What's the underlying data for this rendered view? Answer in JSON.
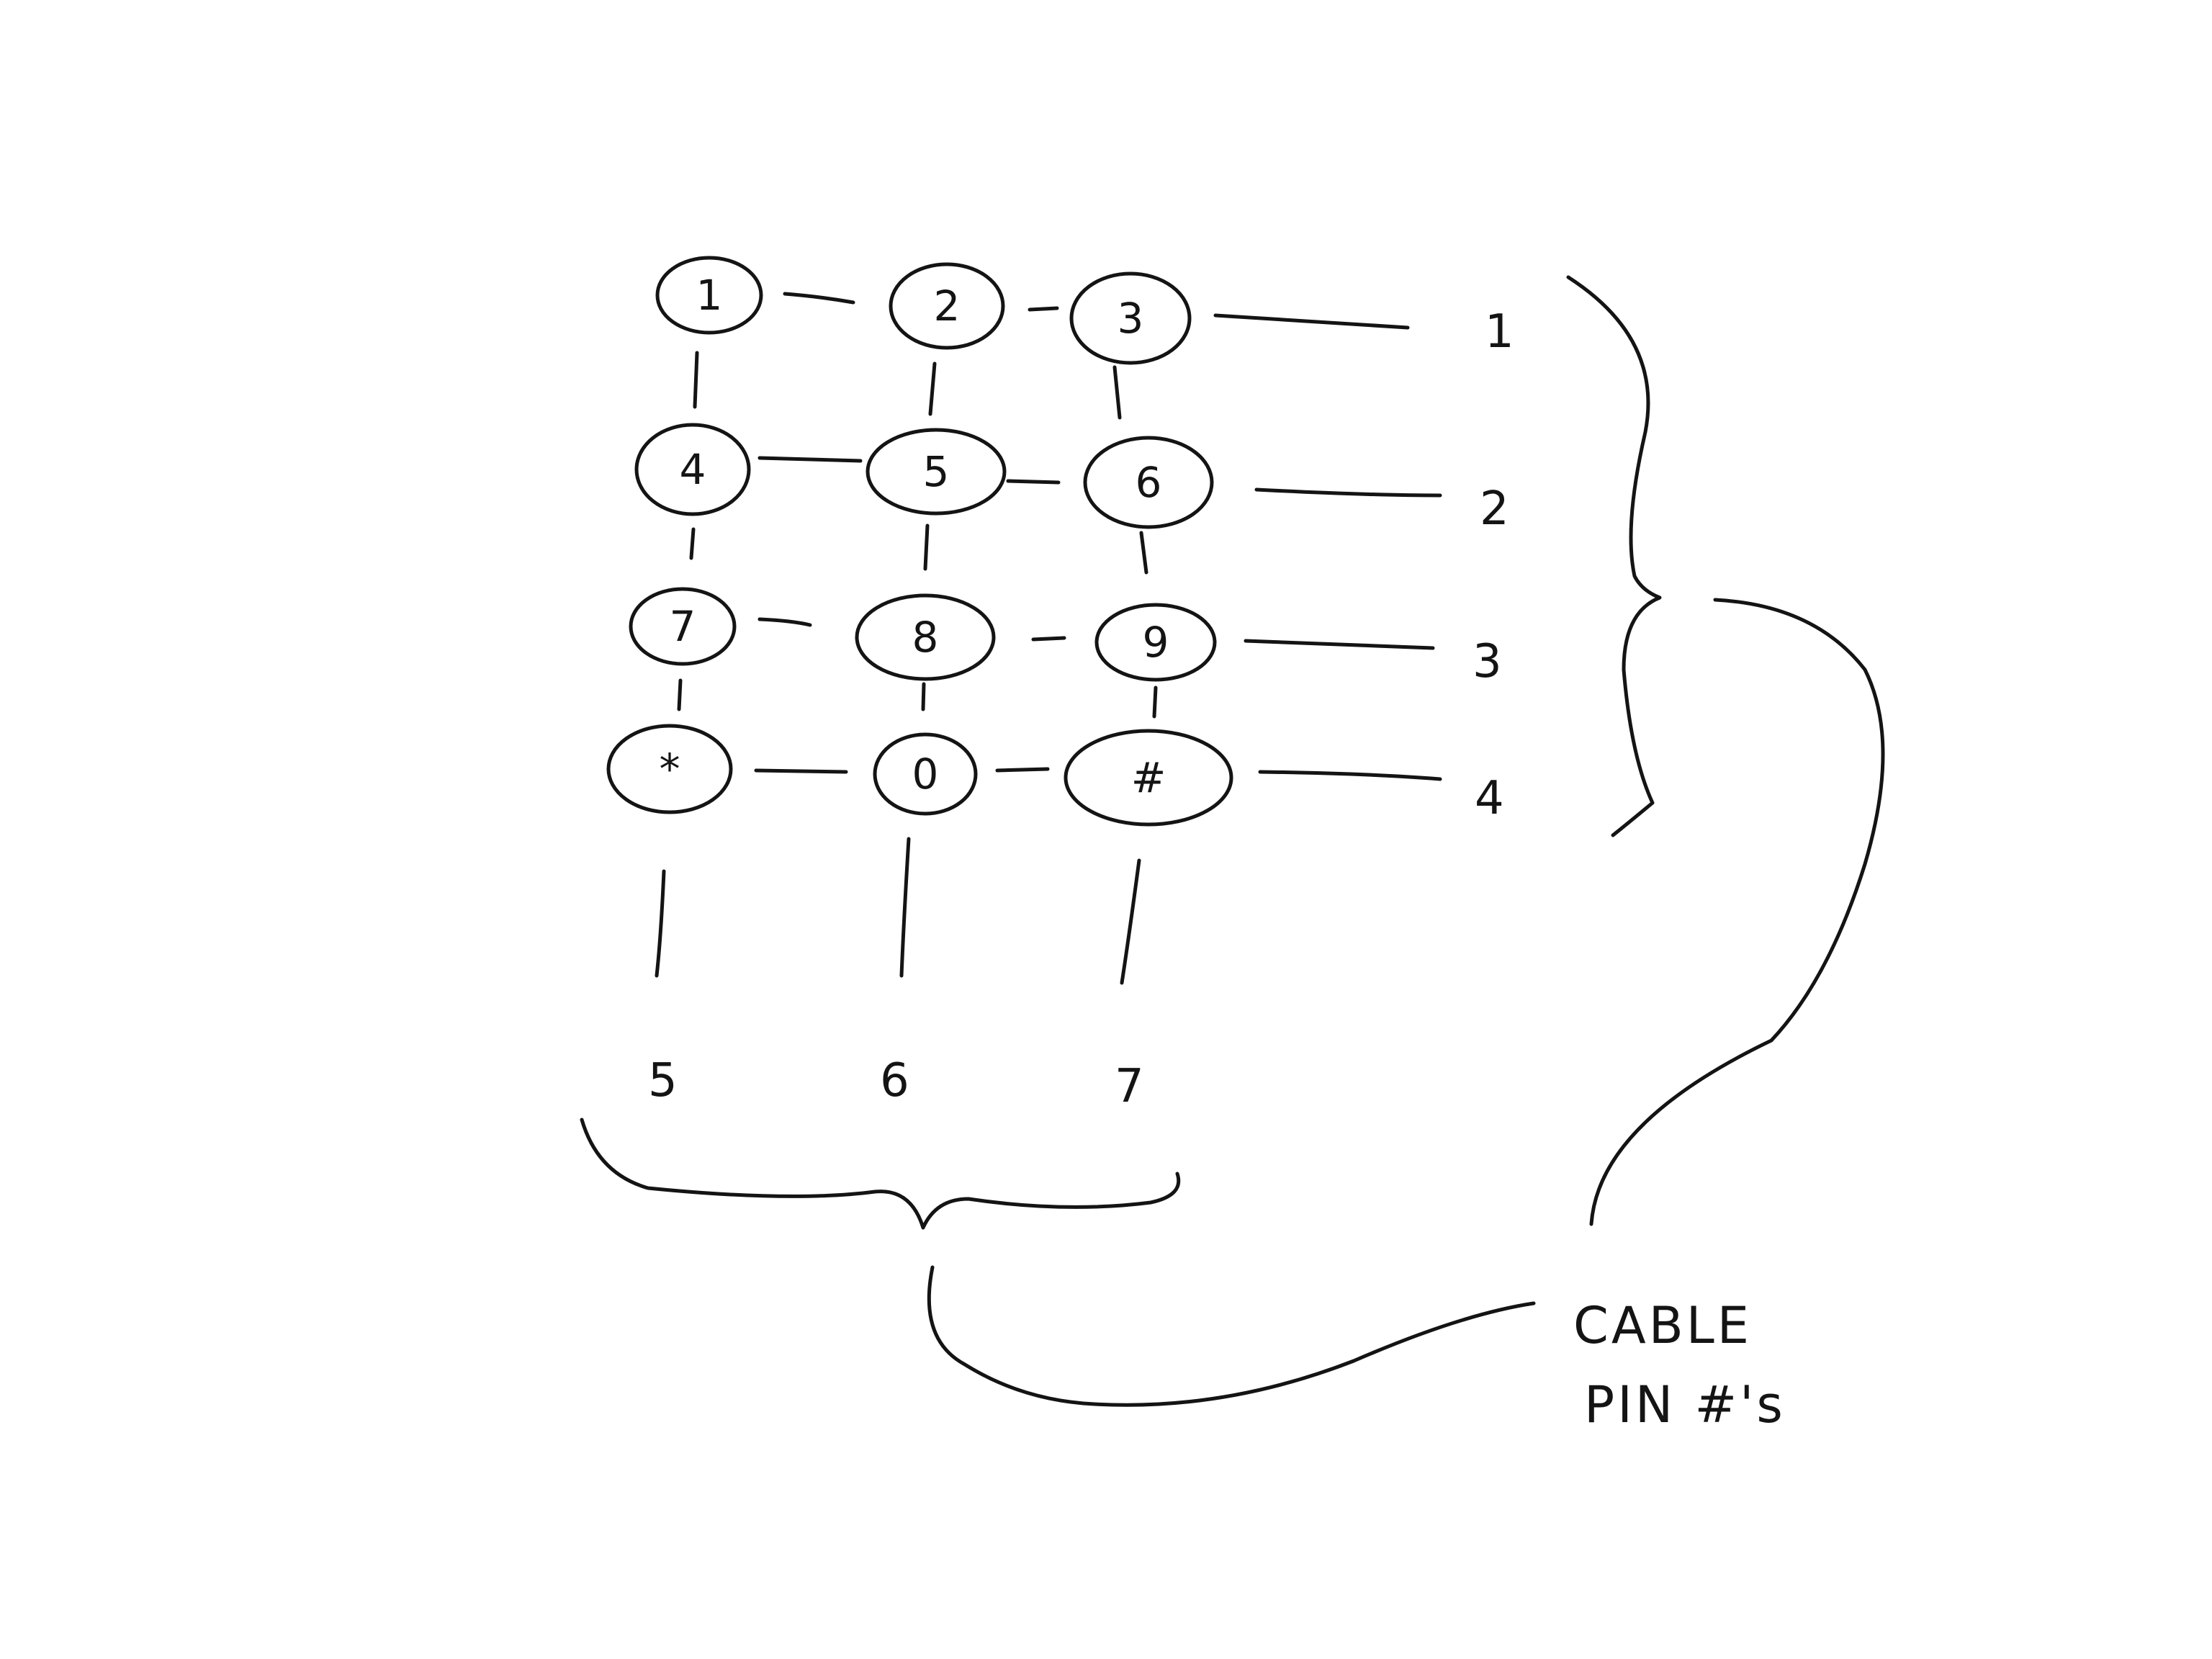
{
  "keypad": {
    "rows": [
      [
        "1",
        "2",
        "3"
      ],
      [
        "4",
        "5",
        "6"
      ],
      [
        "7",
        "8",
        "9"
      ],
      [
        "*",
        "0",
        "#"
      ]
    ]
  },
  "row_pins": [
    "1",
    "2",
    "3",
    "4"
  ],
  "column_pins": [
    "5",
    "6",
    "7"
  ],
  "caption": {
    "line1": "CABLE",
    "line2": "PIN #'s"
  },
  "colors": {
    "ink": "#141414",
    "paper": "#ffffff"
  }
}
